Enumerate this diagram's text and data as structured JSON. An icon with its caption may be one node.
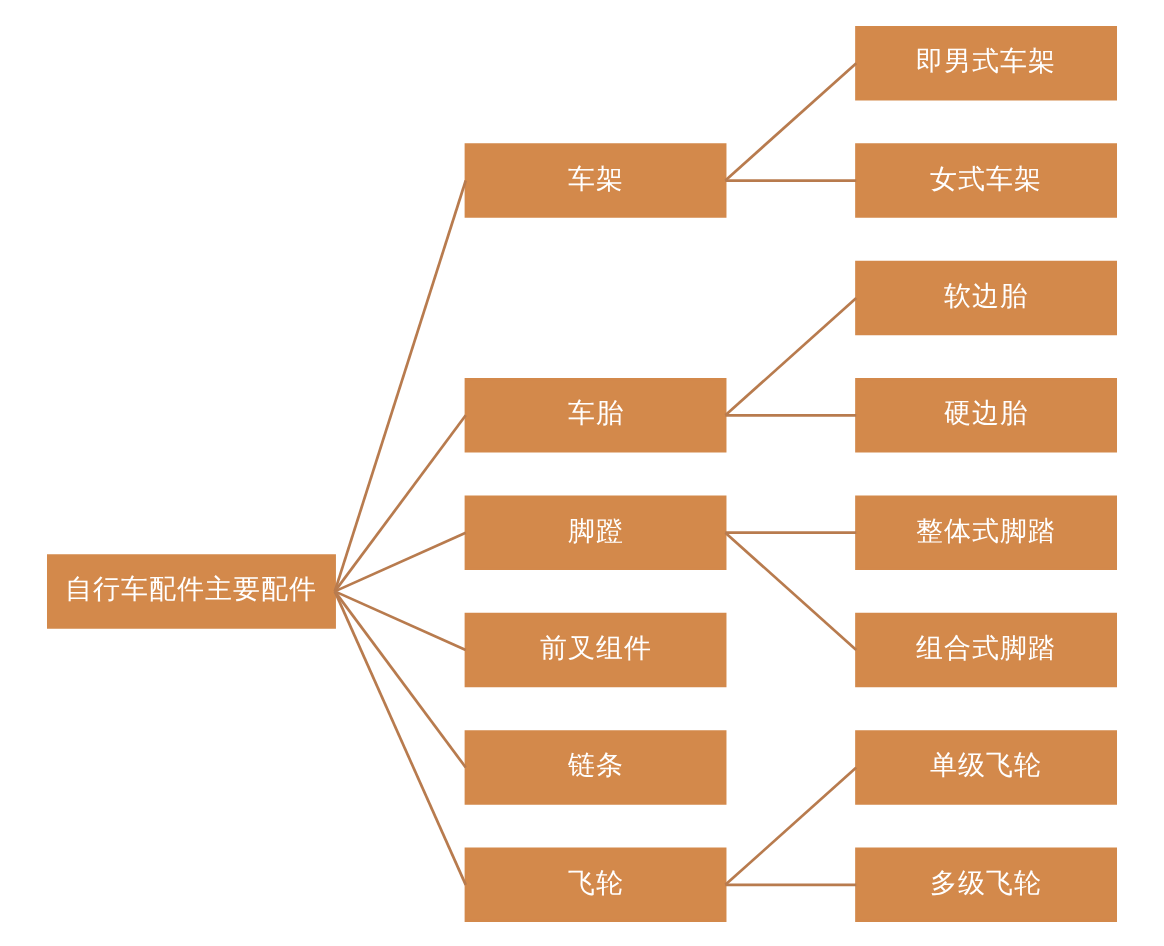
{
  "diagram": {
    "nodes": [
      {
        "text": [
          "自行车配件主要配件"
        ]
      },
      {
        "text": [
          "车架"
        ]
      },
      {
        "text": [
          "即男式车架"
        ]
      },
      {
        "text": [
          "女式车架"
        ]
      },
      {
        "text": [
          "车胎"
        ]
      },
      {
        "text": [
          "软边胎"
        ]
      },
      {
        "text": [
          "硬边胎"
        ]
      },
      {
        "text": [
          "脚蹬"
        ]
      },
      {
        "text": [
          "整体式脚踏"
        ]
      },
      {
        "text": [
          "组合式脚踏"
        ]
      },
      {
        "text": [
          "前叉组件"
        ]
      },
      {
        "text": [
          "链条"
        ]
      },
      {
        "text": [
          "飞轮"
        ]
      },
      {
        "text": [
          "单级飞轮"
        ]
      },
      {
        "text": [
          "多级飞轮"
        ]
      }
    ],
    "edges": [
      {
        "from": 0,
        "to": 1,
        "arrow": "none"
      },
      {
        "from": 0,
        "to": 4,
        "arrow": "none"
      },
      {
        "from": 0,
        "to": 7,
        "arrow": "none"
      },
      {
        "from": 0,
        "to": 10,
        "arrow": "none"
      },
      {
        "from": 0,
        "to": 11,
        "arrow": "none"
      },
      {
        "from": 0,
        "to": 12,
        "arrow": "none"
      },
      {
        "from": 1,
        "to": 2,
        "arrow": "none"
      },
      {
        "from": 1,
        "to": 3,
        "arrow": "none"
      },
      {
        "from": 4,
        "to": 5,
        "arrow": "none"
      },
      {
        "from": 4,
        "to": 6,
        "arrow": "none"
      },
      {
        "from": 7,
        "to": 8,
        "arrow": "none"
      },
      {
        "from": 7,
        "to": 9,
        "arrow": "none"
      },
      {
        "from": 12,
        "to": 13,
        "arrow": "none"
      },
      {
        "from": 12,
        "to": 14,
        "arrow": "none"
      }
    ]
  }
}
